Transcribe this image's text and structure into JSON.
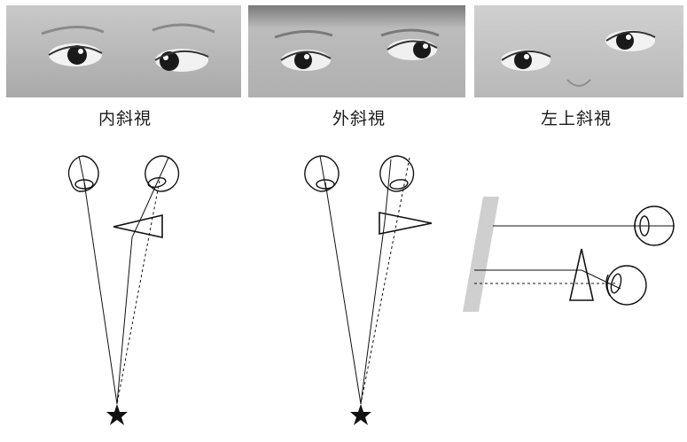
{
  "panels": [
    {
      "caption": "内斜視"
    },
    {
      "caption": "外斜視"
    },
    {
      "caption": "左上斜視"
    }
  ],
  "icons": {
    "target": "star-icon"
  },
  "colors": {
    "ink": "#111111",
    "photo_skin": "#bdbdbd",
    "screen": "#cfcfcf"
  }
}
